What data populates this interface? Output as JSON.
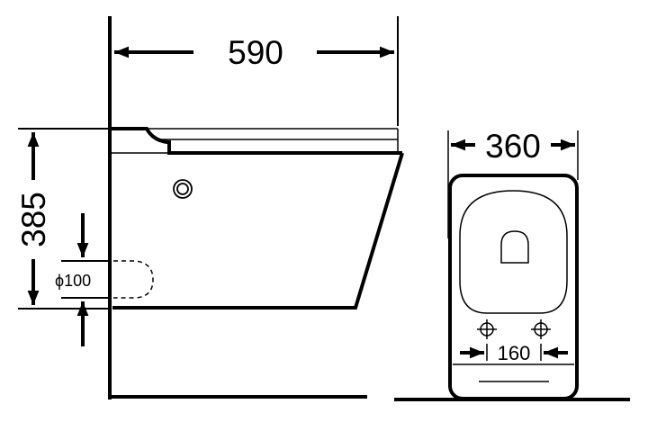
{
  "dimensions": {
    "depth": "590",
    "height": "385",
    "outlet_diameter": "ϕ100",
    "width": "360",
    "bolt_spacing": "160"
  },
  "colors": {
    "line": "#000000",
    "background": "#ffffff"
  }
}
